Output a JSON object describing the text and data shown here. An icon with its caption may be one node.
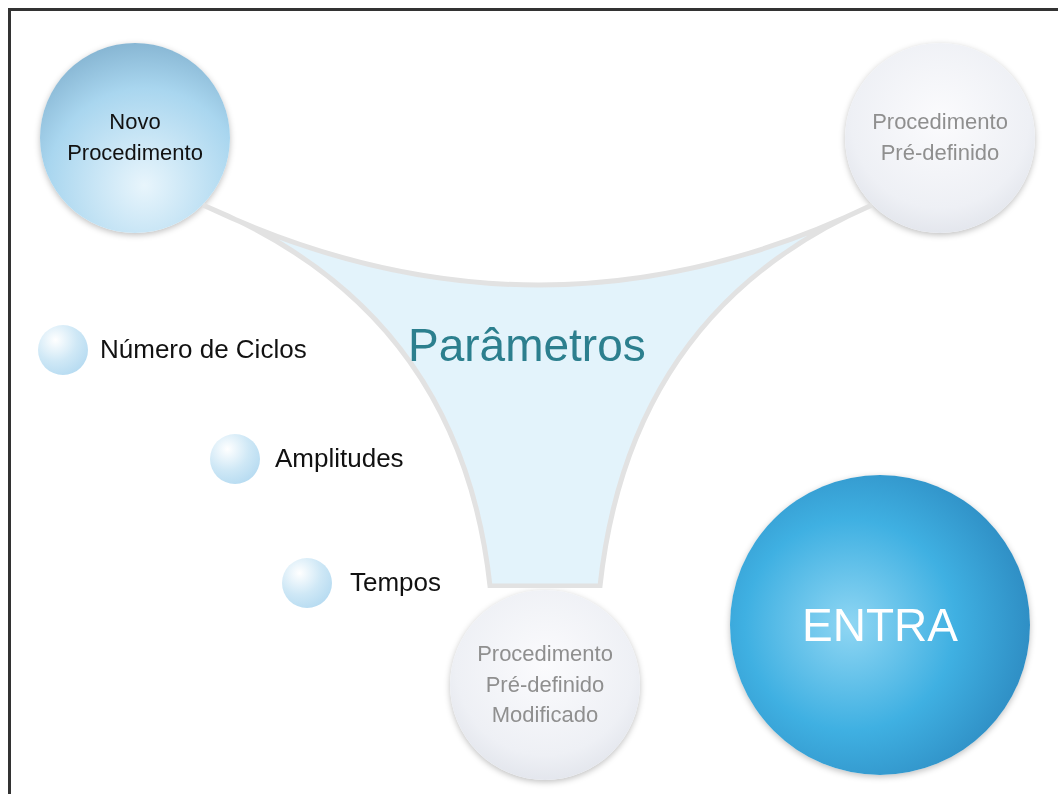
{
  "diagram": {
    "nodes": [
      {
        "text": [
          "Parâmetros"
        ]
      },
      {
        "text": [
          "Novo Procedimento"
        ]
      },
      {
        "text": [
          "Procedimento Pré-definido"
        ]
      },
      {
        "text": [
          "Procedimento Pré-definido Modificado"
        ]
      },
      {
        "text": [
          "ENTRA"
        ]
      }
    ],
    "labels": [
      "Número de Ciclos",
      "Amplitudes",
      "Tempos"
    ]
  }
}
